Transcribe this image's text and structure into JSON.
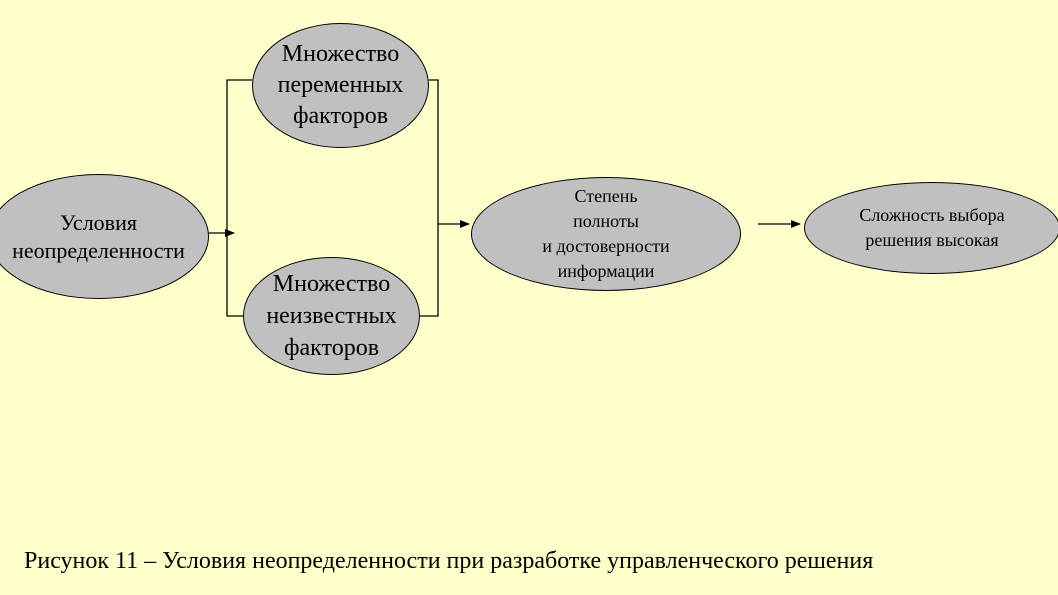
{
  "diagram": {
    "nodes": {
      "uncertainty": "Условия\nнеопределенности",
      "variable_factors": "Множество\nпеременных\nфакторов",
      "unknown_factors": "Множество\nнеизвестных\nфакторов",
      "information": "Степень\nполноты\nи достоверности\nинформации",
      "complexity": "Сложность  выбора\nрешения высокая"
    },
    "colors": {
      "background": "#ffffcc",
      "node_fill": "#c0c0c0",
      "line": "#000000"
    }
  },
  "caption": "Рисунок 11 – Условия неопределенности при разработке управленческого решения"
}
